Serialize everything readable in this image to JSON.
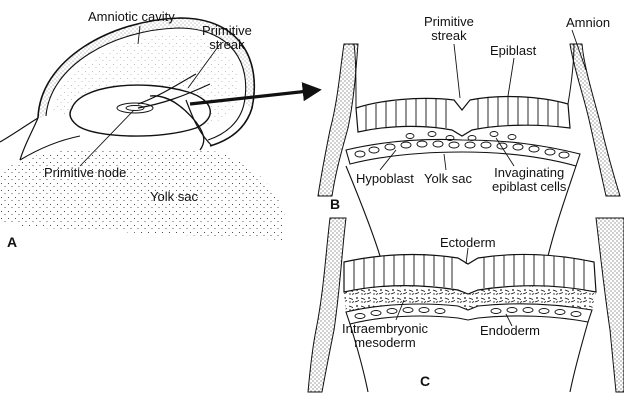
{
  "panels": {
    "a": {
      "letter": "A",
      "labels": {
        "amniotic_cavity": "Amniotic cavity",
        "primitive_streak_line1": "Primitive",
        "primitive_streak_line2": "streak",
        "primitive_node": "Primitive node",
        "yolk_sac": "Yolk sac"
      }
    },
    "b": {
      "letter": "B",
      "labels": {
        "primitive_streak_line1": "Primitive",
        "primitive_streak_line2": "streak",
        "epiblast": "Epiblast",
        "amnion": "Amnion",
        "hypoblast": "Hypoblast",
        "yolk_sac": "Yolk sac",
        "invaginating_line1": "Invaginating",
        "invaginating_line2": "epiblast cells"
      }
    },
    "c": {
      "letter": "C",
      "labels": {
        "ectoderm": "Ectoderm",
        "intraembryonic_line1": "Intraembryonic",
        "intraembryonic_line2": "mesoderm",
        "endoderm": "Endoderm"
      }
    }
  },
  "colors": {
    "ink": "#111111",
    "background": "#ffffff"
  }
}
